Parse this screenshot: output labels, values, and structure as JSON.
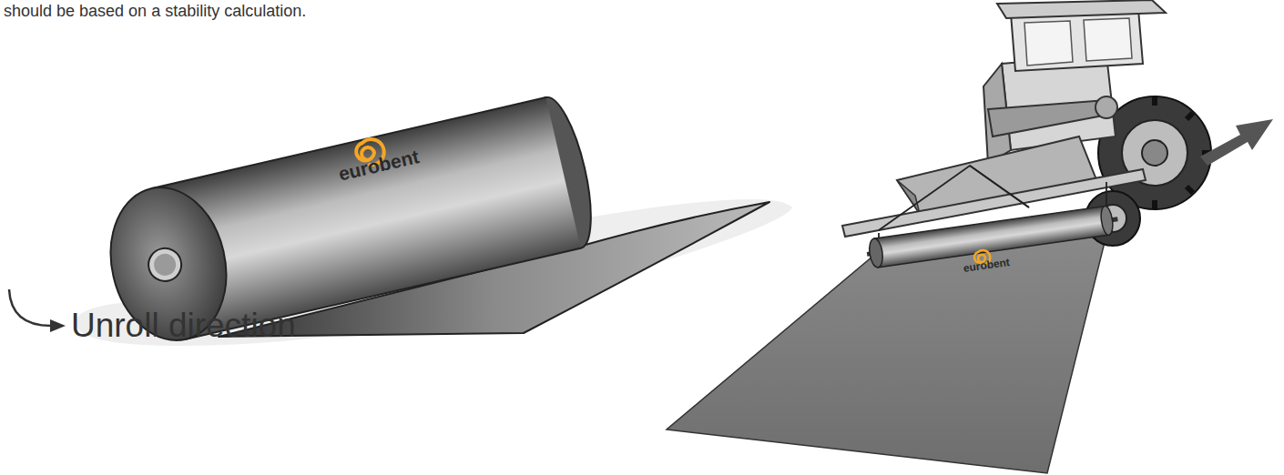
{
  "diagram": {
    "labels": [
      "should be based on a stability calculation.",
      "eurobent",
      "Unroll direction",
      "eurobent"
    ]
  }
}
